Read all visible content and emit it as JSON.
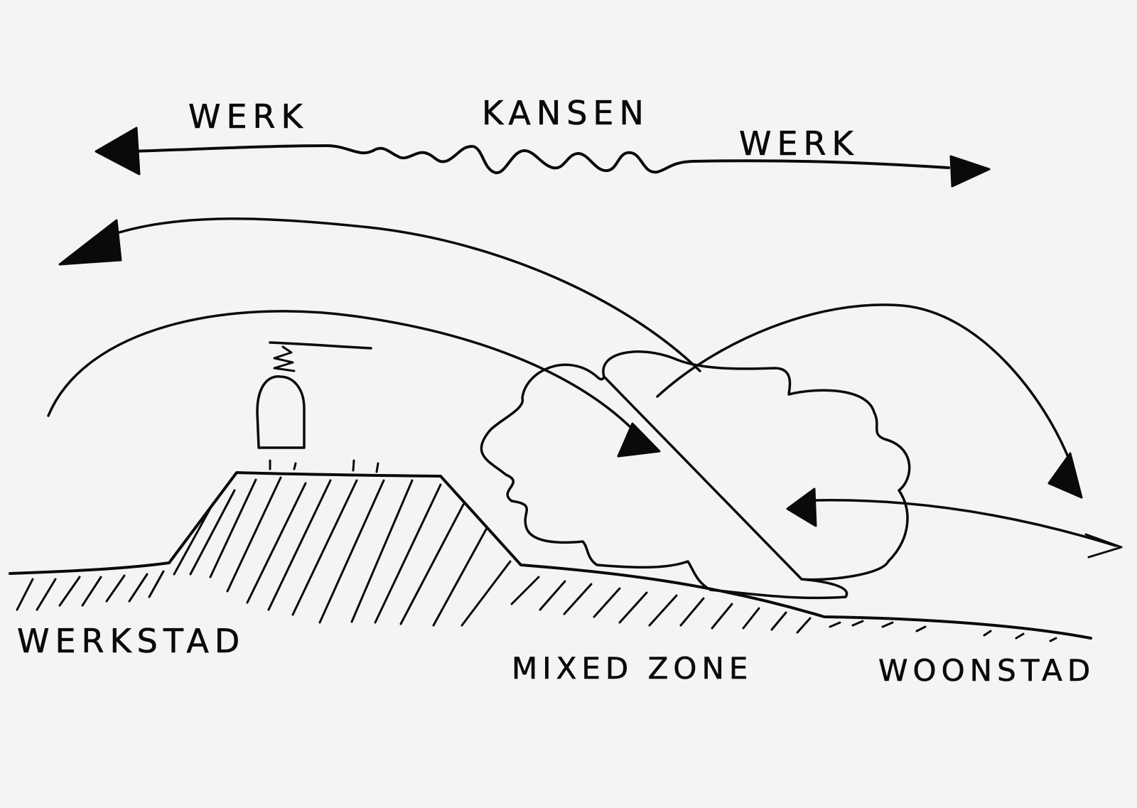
{
  "labels": {
    "werk_left": "WERK",
    "kansen": "KANSEN",
    "werk_right": "WERK",
    "werkstad": "WERKSTAD",
    "mixed_zone": "MIXED ZONE",
    "woonstad": "WOONSTAD"
  },
  "colors": {
    "paper": "#f4f4f2",
    "ink": "#0a0a0a"
  }
}
